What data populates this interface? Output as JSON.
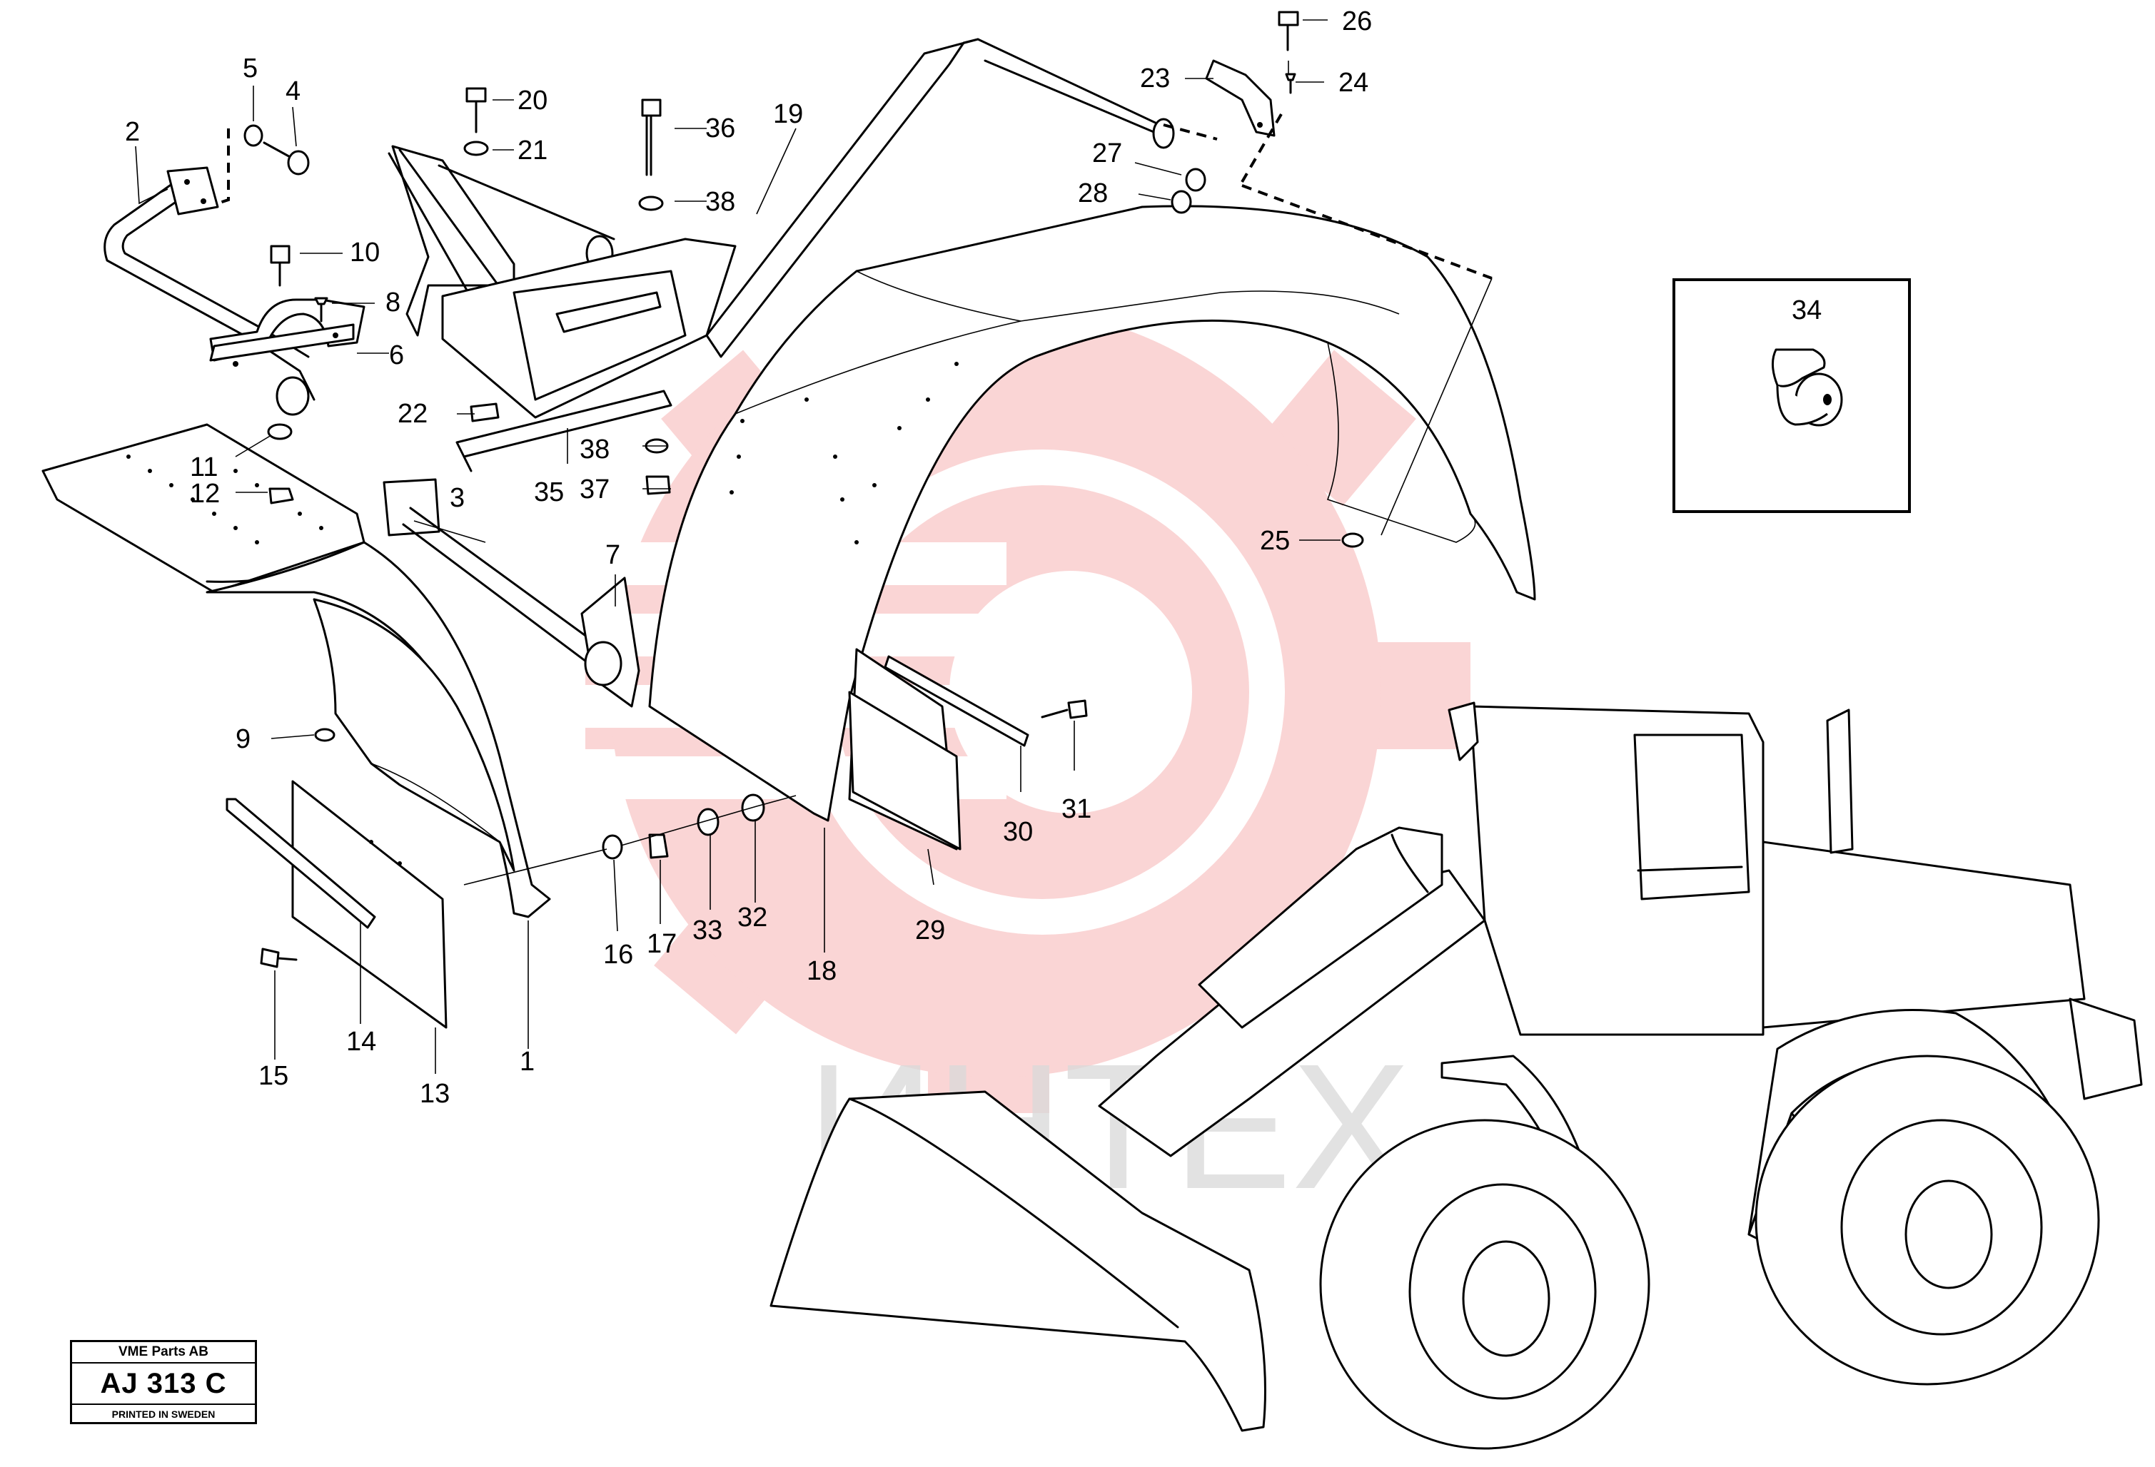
{
  "watermark": {
    "text": "ИНТЕХ",
    "color": "#f08080"
  },
  "stamp": {
    "company": "VME Parts AB",
    "code": "AJ 313 C",
    "printed": "PRINTED IN SWEDEN"
  },
  "inset": {
    "part_number": "34"
  },
  "callouts": [
    {
      "id": "1",
      "label": "1"
    },
    {
      "id": "2",
      "label": "2"
    },
    {
      "id": "3",
      "label": "3"
    },
    {
      "id": "4",
      "label": "4"
    },
    {
      "id": "5",
      "label": "5"
    },
    {
      "id": "6",
      "label": "6"
    },
    {
      "id": "7",
      "label": "7"
    },
    {
      "id": "8",
      "label": "8"
    },
    {
      "id": "9",
      "label": "9"
    },
    {
      "id": "10",
      "label": "10"
    },
    {
      "id": "11",
      "label": "11"
    },
    {
      "id": "12",
      "label": "12"
    },
    {
      "id": "13",
      "label": "13"
    },
    {
      "id": "14",
      "label": "14"
    },
    {
      "id": "15",
      "label": "15"
    },
    {
      "id": "16",
      "label": "16"
    },
    {
      "id": "17",
      "label": "17"
    },
    {
      "id": "18",
      "label": "18"
    },
    {
      "id": "19",
      "label": "19"
    },
    {
      "id": "20",
      "label": "20"
    },
    {
      "id": "21",
      "label": "21"
    },
    {
      "id": "22",
      "label": "22"
    },
    {
      "id": "23",
      "label": "23"
    },
    {
      "id": "24",
      "label": "24"
    },
    {
      "id": "25",
      "label": "25"
    },
    {
      "id": "26",
      "label": "26"
    },
    {
      "id": "27",
      "label": "27"
    },
    {
      "id": "28",
      "label": "28"
    },
    {
      "id": "29",
      "label": "29"
    },
    {
      "id": "30",
      "label": "30"
    },
    {
      "id": "31",
      "label": "31"
    },
    {
      "id": "32",
      "label": "32"
    },
    {
      "id": "33",
      "label": "33"
    },
    {
      "id": "35",
      "label": "35"
    },
    {
      "id": "36",
      "label": "36"
    },
    {
      "id": "37",
      "label": "37"
    },
    {
      "id": "38a",
      "label": "38"
    },
    {
      "id": "38b",
      "label": "38"
    }
  ]
}
